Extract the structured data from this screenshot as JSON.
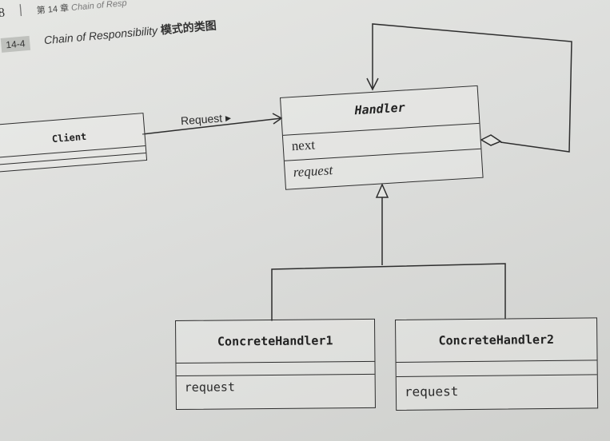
{
  "page": {
    "page_number": "8",
    "chapter_label": "第 14 章",
    "chapter_title": "Chain of Resp",
    "figure_label": "14-4",
    "figure_title": "Chain of Responsibility",
    "figure_title_zh": "模式的类图"
  },
  "diagram": {
    "association_label": "Request",
    "classes": {
      "client": {
        "name": "Client"
      },
      "handler": {
        "name": "Handler",
        "field": "next",
        "method": "request"
      },
      "concrete1": {
        "name": "ConcreteHandler1",
        "method": "request"
      },
      "concrete2": {
        "name": "ConcreteHandler2",
        "method": "request"
      }
    }
  }
}
